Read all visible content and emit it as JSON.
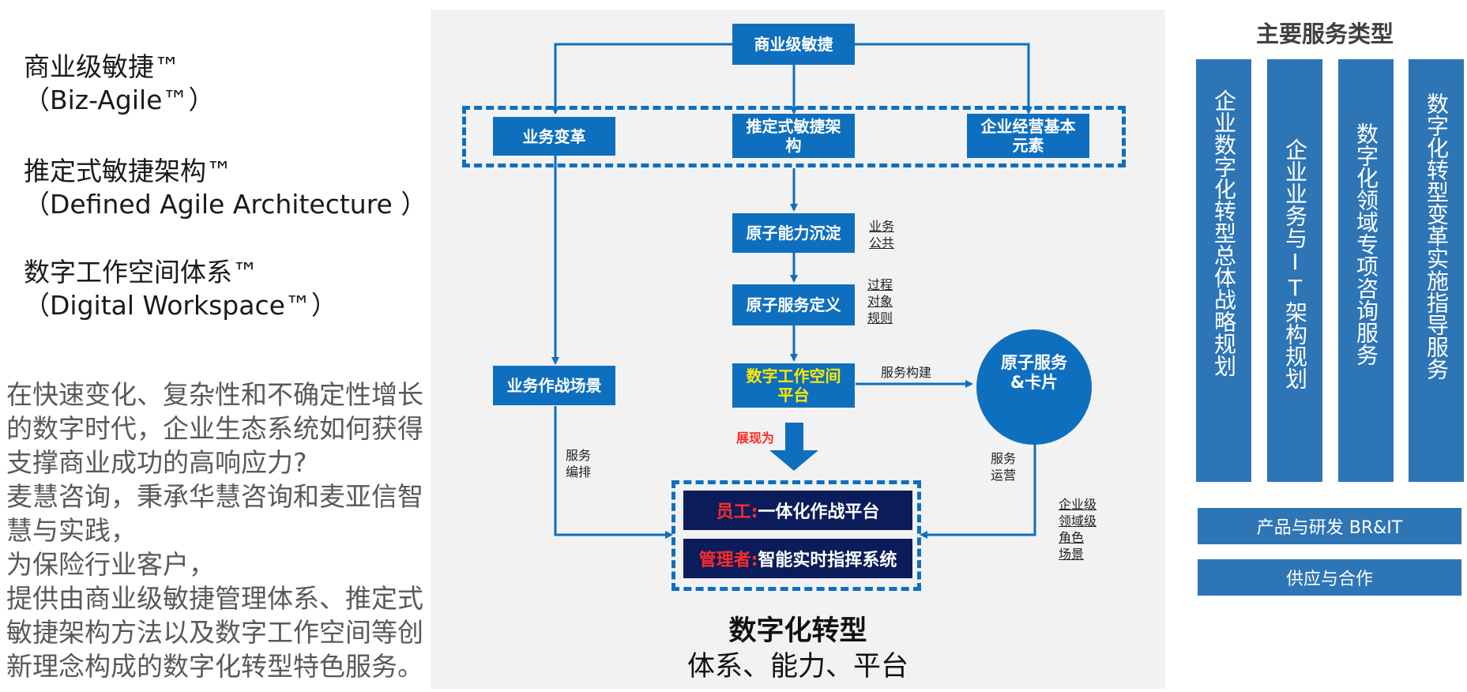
{
  "brands": [
    {
      "line1": "商业级敏捷™",
      "line2": "（Biz-Agile™）"
    },
    {
      "line1": "推定式敏捷架构™",
      "line2": "（Defined Agile Architecture ）"
    },
    {
      "line1": "数字工作空间体系™",
      "line2": "（Digital Workspace™）"
    }
  ],
  "paragraph": [
    "在快速变化、复杂性和不确定性增长",
    "的数字时代，企业生态系统如何获得",
    "支撑商业成功的高响应力?",
    "麦慧咨询，秉承华慧咨询和麦亚信智",
    "慧与实践，",
    "为保险行业客户，",
    "提供由商业级敏捷管理体系、推定式",
    "敏捷架构方法以及数字工作空间等创",
    "新理念构成的数字化转型特色服务。"
  ],
  "diagram": {
    "top_box": "商业级敏捷",
    "row_boxes": [
      "业务变革",
      "推定式敏捷架构",
      "企业经营基本元素"
    ],
    "atomic_capability": "原子能力沉淀",
    "atomic_capability_notes": [
      "业务",
      "公共"
    ],
    "atomic_service_def": "原子服务定义",
    "atomic_service_notes": [
      "过程",
      "对象",
      "规则"
    ],
    "workspace_platform": "数字工作空间平台",
    "business_scene": "业务作战场景",
    "service_build": "服务构建",
    "atomic_card": "原子服务&卡片",
    "present_as": "展现为",
    "service_orchestration": [
      "服务",
      "编排"
    ],
    "service_ops": [
      "服务",
      "运营"
    ],
    "levels": [
      "企业级",
      "领域级",
      "角色",
      "场景"
    ],
    "employee_label": "员工:",
    "employee_text": "一体化作战平台",
    "manager_label": "管理者:",
    "manager_text": "智能实时指挥系统",
    "footer_title": "数字化转型",
    "footer_subtitle": "体系、能力、平台"
  },
  "services": {
    "title": "主要服务类型",
    "columns": [
      "企业数字化转型总体战略规划",
      "企业业务与IT架构规划",
      "数字化领域专项咨询服务",
      "数字化转型变革实施指导服务"
    ],
    "bars": [
      "产品与研发 BR&IT",
      "供应与合作"
    ]
  },
  "colors": {
    "box_blue": "#0e6fbe",
    "navy": "#0b1c5a",
    "service_blue": "#2e75b6",
    "highlight_yellow": "#ffe900",
    "highlight_red": "#ff2b2b"
  }
}
